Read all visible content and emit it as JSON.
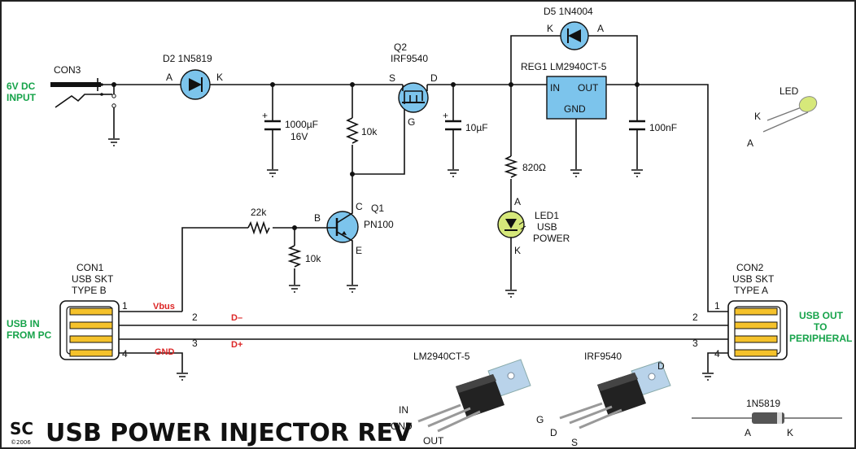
{
  "title": "USB POWER INJECTOR REV",
  "logo": {
    "letters": "SC",
    "year": "©2006"
  },
  "inputs": {
    "dc_input": [
      "6V DC",
      "INPUT"
    ],
    "usb_in": [
      "USB IN",
      "FROM PC"
    ],
    "usb_out": [
      "USB OUT",
      "TO",
      "PERIPHERAL"
    ]
  },
  "connectors": {
    "con3": "CON3",
    "con1": [
      "CON1",
      "USB SKT",
      "TYPE B"
    ],
    "con2": [
      "CON2",
      "USB SKT",
      "TYPE A"
    ]
  },
  "diodes": {
    "d2": "D2  1N5819",
    "d5": "D5  1N4004",
    "pin_a": "A",
    "pin_k": "K"
  },
  "transistors": {
    "q2": [
      "Q2",
      "IRF9540"
    ],
    "q2_pins": {
      "s": "S",
      "d": "D",
      "g": "G"
    },
    "q1": [
      "Q1",
      "PN100"
    ],
    "q1_pins": {
      "b": "B",
      "c": "C",
      "e": "E"
    }
  },
  "regulator": {
    "name": "REG1  LM2940CT-5",
    "in": "IN",
    "out": "OUT",
    "gnd": "GND"
  },
  "passives": {
    "c1": [
      "1000µF",
      "16V"
    ],
    "r10k_top": "10k",
    "c2": "10µF",
    "r820": "820Ω",
    "c3": "100nF",
    "r22k": "22k",
    "r10k_bot": "10k"
  },
  "led1": [
    "LED1",
    "USB",
    "POWER"
  ],
  "led_legend": {
    "title": "LED",
    "k": "K",
    "a": "A"
  },
  "usb_pins": {
    "p1": "1",
    "p2": "2",
    "p3": "3",
    "p4": "4"
  },
  "signals": {
    "vbus": "Vbus",
    "dminus": "D–",
    "dplus": "D+",
    "gnd": "GND"
  },
  "packages": {
    "lm2940": {
      "name": "LM2940CT-5",
      "in": "IN",
      "gnd": "GND",
      "out": "OUT"
    },
    "irf9540": {
      "name": "IRF9540",
      "g": "G",
      "d_top": "D",
      "d": "D",
      "s": "S"
    },
    "d1n5819": {
      "name": "1N5819",
      "a": "A",
      "k": "K"
    }
  },
  "colors": {
    "component_fill": "#7cc4ec",
    "led_fill": "#d6e87a",
    "label_green": "#16a34a",
    "label_red": "#dc2626",
    "contact_fill": "#f5c22b"
  }
}
